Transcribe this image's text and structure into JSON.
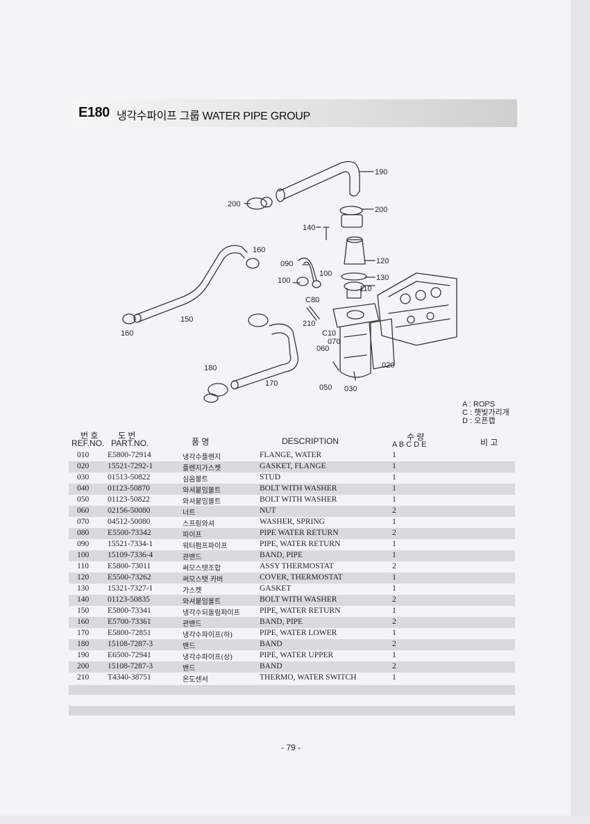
{
  "header": {
    "code": "E180",
    "title": "냉각수파이프 그룹  WATER PIPE GROUP"
  },
  "diagram": {
    "callouts": [
      "190",
      "200",
      "200",
      "140",
      "160",
      "090",
      "100",
      "100",
      "120",
      "130",
      "110",
      "C80",
      "210",
      "C10",
      "070",
      "060",
      "150",
      "160",
      "180",
      "170",
      "050",
      "030",
      "020"
    ]
  },
  "legend": {
    "line_a": "A : ROPS",
    "line_c": "C : 햇빛가리개",
    "line_d": "D : 오픈캡"
  },
  "table_header": {
    "ref_kr": "번 호",
    "ref_en": "REF.NO.",
    "part_kr": "도   번",
    "part_en": "PART.NO.",
    "name_kr": "품     명",
    "description": "DESCRIPTION",
    "qty_kr": "수     량",
    "qty_cols": "A  B  C  D  E",
    "remarks": "비  고"
  },
  "rows": [
    {
      "ref": "010",
      "part": "E5800-72914",
      "kr": "냉각수플렌지",
      "desc": "FLANGE, WATER",
      "qty": "1"
    },
    {
      "ref": "020",
      "part": "15521-7292-1",
      "kr": "플렌지가스켓",
      "desc": "GASKET, FLANGE",
      "qty": "1"
    },
    {
      "ref": "030",
      "part": "01513-50822",
      "kr": "심음볼트",
      "desc": "STUD",
      "qty": "1"
    },
    {
      "ref": "040",
      "part": "01123-50870",
      "kr": "와셔붙임볼트",
      "desc": "BOLT WITH WASHER",
      "qty": "1"
    },
    {
      "ref": "050",
      "part": "01123-50822",
      "kr": "와셔붙임볼트",
      "desc": "BOLT WITH WASHER",
      "qty": "1"
    },
    {
      "ref": "060",
      "part": "02156-50080",
      "kr": "너트",
      "desc": "NUT",
      "qty": "2"
    },
    {
      "ref": "070",
      "part": "04512-50080",
      "kr": "스프링와셔",
      "desc": "WASHER, SPRING",
      "qty": "1"
    },
    {
      "ref": "080",
      "part": "E5500-73342",
      "kr": "파이프",
      "desc": "PIPE WATER RETURN",
      "qty": "2"
    },
    {
      "ref": "090",
      "part": "15521-7334-1",
      "kr": "워터펌프파이프",
      "desc": "PIPE, WATER RETURN",
      "qty": "1"
    },
    {
      "ref": "100",
      "part": "15109-7336-4",
      "kr": "관밴드",
      "desc": "BAND, PIPE",
      "qty": "1"
    },
    {
      "ref": "110",
      "part": "E5800-73011",
      "kr": "써모스탯조합",
      "desc": "ASSY THERMOSTAT",
      "qty": "2"
    },
    {
      "ref": "120",
      "part": "E5500-73262",
      "kr": "써모스탯 카버",
      "desc": "COVER, THERMOSTAT",
      "qty": "1"
    },
    {
      "ref": "130",
      "part": "15321-7327-1",
      "kr": "가스켓",
      "desc": "GASKET",
      "qty": "1"
    },
    {
      "ref": "140",
      "part": "01123-50835",
      "kr": "와셔붙임볼트",
      "desc": "BOLT WITH WASHER",
      "qty": "2"
    },
    {
      "ref": "150",
      "part": "E5800-73341",
      "kr": "냉각수되돌림파이프",
      "desc": "PIPE, WATER RETURN",
      "qty": "1"
    },
    {
      "ref": "160",
      "part": "E5700-73361",
      "kr": "관밴드",
      "desc": "BAND, PIPE",
      "qty": "2"
    },
    {
      "ref": "170",
      "part": "E5800-72851",
      "kr": "냉각수파이프(하)",
      "desc": "PIPE, WATER LOWER",
      "qty": "1"
    },
    {
      "ref": "180",
      "part": "15108-7287-3",
      "kr": "밴드",
      "desc": "BAND",
      "qty": "2"
    },
    {
      "ref": "190",
      "part": "E6500-72941",
      "kr": "냉각수파이프(상)",
      "desc": "PIPE, WATER UPPER",
      "qty": "1"
    },
    {
      "ref": "200",
      "part": "15108-7287-3",
      "kr": "밴드",
      "desc": "BAND",
      "qty": "2"
    },
    {
      "ref": "210",
      "part": "T4340-38751",
      "kr": "온도센서",
      "desc": "THERMO, WATER SWITCH",
      "qty": "1"
    }
  ],
  "page_number": "- 79 -"
}
